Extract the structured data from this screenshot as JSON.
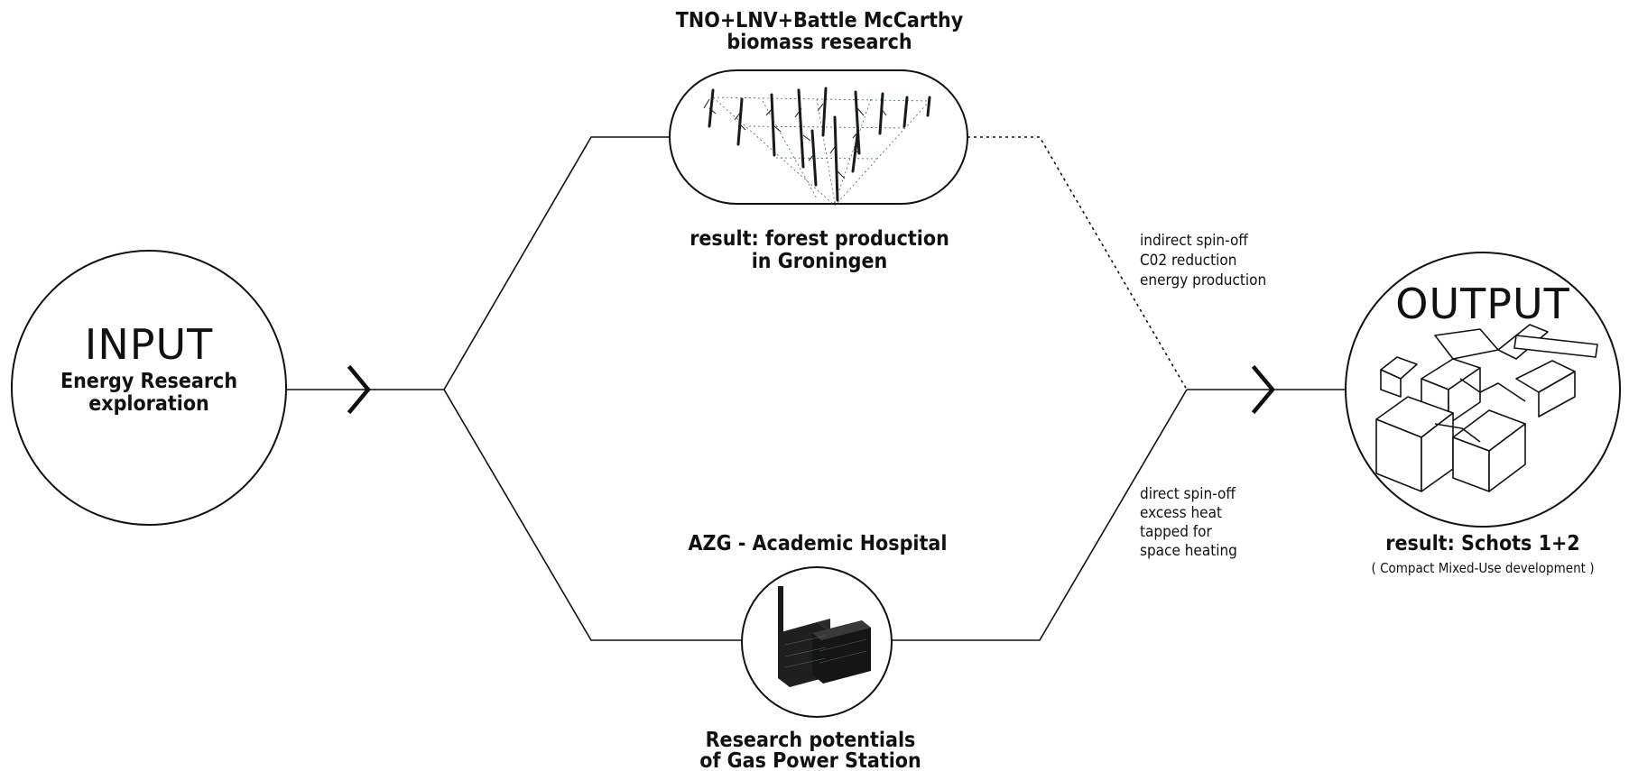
{
  "input": {
    "title": "INPUT",
    "subtitle_line1": "Energy Research",
    "subtitle_line2": "exploration"
  },
  "top_branch": {
    "heading_line1": "TNO+LNV+Battle McCarthy",
    "heading_line2": "biomass research",
    "image_icon": "tree-grid-icon",
    "result_line1": "result: forest production",
    "result_line2": "in Groningen",
    "note_line1": "indirect spin-off",
    "note_line2": "C02 reduction",
    "note_line3": "energy production"
  },
  "bottom_branch": {
    "heading": "AZG - Academic Hospital",
    "image_icon": "power-station-icon",
    "caption_line1": "Research potentials",
    "caption_line2": "of Gas Power Station",
    "note_line1": "direct spin-off",
    "note_line2": "excess heat",
    "note_line3": "tapped for",
    "note_line4": "space heating"
  },
  "output": {
    "title": "OUTPUT",
    "image_icon": "building-massing-icon",
    "result_line1": "result: Schots 1+2",
    "result_line2": "( Compact Mixed-Use development )"
  },
  "colors": {
    "ink": "#111111",
    "background": "#ffffff"
  }
}
